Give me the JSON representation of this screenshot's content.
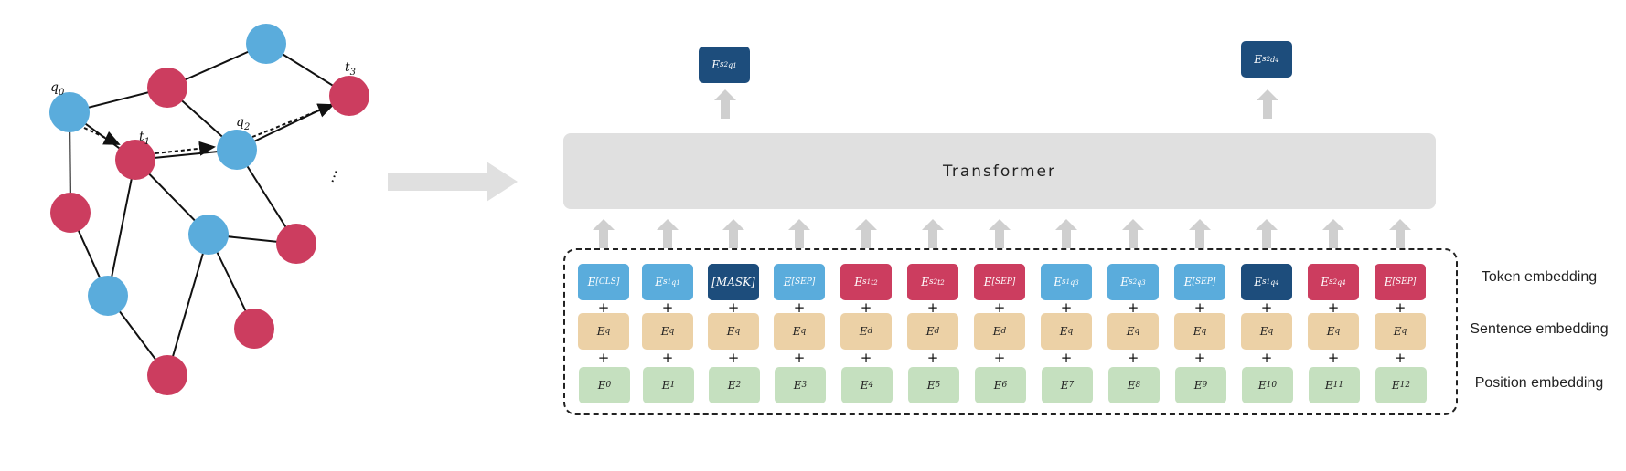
{
  "graph": {
    "labels": {
      "q0": "q",
      "q0_sub": "0",
      "t1": "t",
      "t1_sub": "1",
      "q2": "q",
      "q2_sub": "2",
      "t3": "t",
      "t3_sub": "3",
      "ellipsis": "⋯"
    },
    "colors": {
      "blue": "#5aacdc",
      "red": "#cc3d5f",
      "edge": "#111111"
    }
  },
  "transformer": {
    "label": "Transformer"
  },
  "outputs": {
    "left": {
      "base": "E",
      "sub": "s",
      "sub2": "2",
      "sup": "q",
      "sup2": "1"
    },
    "right": {
      "base": "E",
      "sub": "s",
      "sub2": "2",
      "sup": "d",
      "sup2": "4"
    }
  },
  "row_labels": {
    "token": "Token embedding",
    "sentence": "Sentence embedding",
    "position": "Position embedding"
  },
  "tokens": [
    {
      "base": "E",
      "sub": "[CLS]",
      "sub2": "",
      "sup": "",
      "sup2": ""
    },
    {
      "base": "E",
      "sub": "s",
      "sub2": "1",
      "sup": "q",
      "sup2": "1"
    },
    {
      "base": "[MASK]",
      "sub": "",
      "sub2": "",
      "sup": "",
      "sup2": ""
    },
    {
      "base": "E",
      "sub": "[SEP]",
      "sub2": "",
      "sup": "",
      "sup2": ""
    },
    {
      "base": "E",
      "sub": "s",
      "sub2": "1",
      "sup": "t",
      "sup2": "2"
    },
    {
      "base": "E",
      "sub": "s",
      "sub2": "2",
      "sup": "t",
      "sup2": "2"
    },
    {
      "base": "E",
      "sub": "[SEP]",
      "sub2": "",
      "sup": "",
      "sup2": ""
    },
    {
      "base": "E",
      "sub": "s",
      "sub2": "1",
      "sup": "q",
      "sup2": "3"
    },
    {
      "base": "E",
      "sub": "s",
      "sub2": "2",
      "sup": "q",
      "sup2": "3"
    },
    {
      "base": "E",
      "sub": "[SEP]",
      "sub2": "",
      "sup": "",
      "sup2": ""
    },
    {
      "base": "E",
      "sub": "s",
      "sub2": "1",
      "sup": "q",
      "sup2": "4"
    },
    {
      "base": "E",
      "sub": "s",
      "sub2": "2",
      "sup": "q",
      "sup2": "4"
    },
    {
      "base": "E",
      "sub": "[SEP]",
      "sub2": "",
      "sup": "",
      "sup2": ""
    }
  ],
  "token_kinds": [
    "light",
    "light",
    "dark",
    "light",
    "red",
    "red",
    "red",
    "light",
    "light",
    "light",
    "dark",
    "red",
    "red"
  ],
  "sentences": [
    {
      "base": "E",
      "sub": "q"
    },
    {
      "base": "E",
      "sub": "q"
    },
    {
      "base": "E",
      "sub": "q"
    },
    {
      "base": "E",
      "sub": "q"
    },
    {
      "base": "E",
      "sub": "d"
    },
    {
      "base": "E",
      "sub": "d"
    },
    {
      "base": "E",
      "sub": "d"
    },
    {
      "base": "E",
      "sub": "q"
    },
    {
      "base": "E",
      "sub": "q"
    },
    {
      "base": "E",
      "sub": "q"
    },
    {
      "base": "E",
      "sub": "q"
    },
    {
      "base": "E",
      "sub": "q"
    },
    {
      "base": "E",
      "sub": "q"
    }
  ],
  "positions": [
    {
      "base": "E",
      "sub": "0"
    },
    {
      "base": "E",
      "sub": "1"
    },
    {
      "base": "E",
      "sub": "2"
    },
    {
      "base": "E",
      "sub": "3"
    },
    {
      "base": "E",
      "sub": "4"
    },
    {
      "base": "E",
      "sub": "5"
    },
    {
      "base": "E",
      "sub": "6"
    },
    {
      "base": "E",
      "sub": "7"
    },
    {
      "base": "E",
      "sub": "8"
    },
    {
      "base": "E",
      "sub": "9"
    },
    {
      "base": "E",
      "sub": "10"
    },
    {
      "base": "E",
      "sub": "11"
    },
    {
      "base": "E",
      "sub": "12"
    }
  ],
  "plus_symbol": "+"
}
